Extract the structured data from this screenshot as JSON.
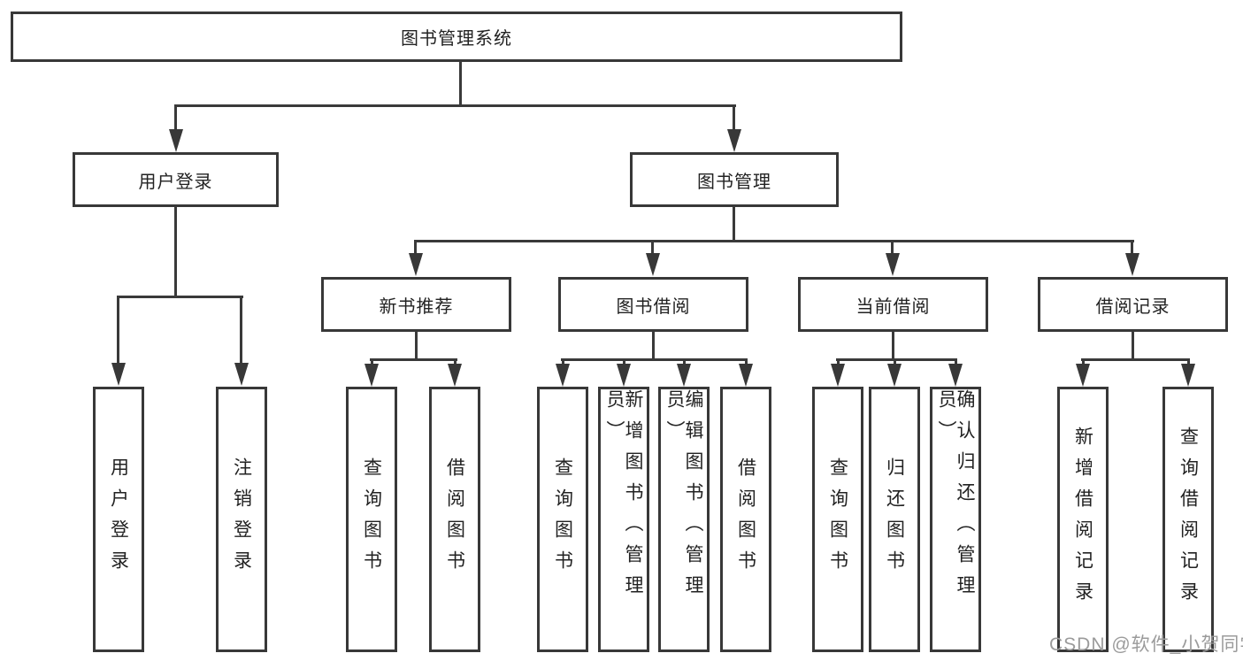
{
  "diagram": {
    "root": {
      "label": "图书管理系统"
    },
    "level1": [
      {
        "label": "用户登录",
        "children": [
          "用户登录",
          "注销登录"
        ]
      },
      {
        "label": "图书管理"
      }
    ],
    "level2": [
      {
        "label": "新书推荐",
        "children": [
          "查询图书",
          "借阅图书"
        ]
      },
      {
        "label": "图书借阅",
        "children": [
          "查询图书",
          "新增图书（管理员）",
          "编辑图书（管理员）",
          "借阅图书"
        ]
      },
      {
        "label": "当前借阅",
        "children": [
          "查询图书",
          "归还图书",
          "确认归还（管理员）"
        ]
      },
      {
        "label": "借阅记录",
        "children": [
          "新增借阅记录",
          "查询借阅记录"
        ]
      }
    ]
  },
  "watermark": {
    "text": "CSDN @软件_小贺同学"
  },
  "colors": {
    "line": "#3a3a3a",
    "border": "#383838",
    "text": "#222222",
    "watermark": "#9b9b9b",
    "background": "#ffffff"
  }
}
